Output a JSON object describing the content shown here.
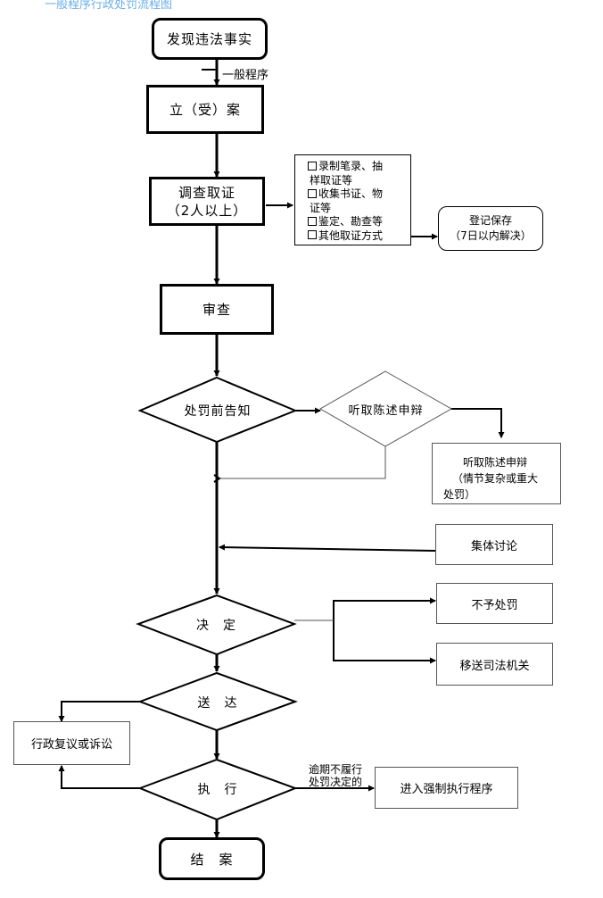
{
  "header_text": "一般程序行政处罚流程图",
  "nodes": {
    "discover": "发现违法事实",
    "general_procedure": "一般程序",
    "register_case": "立（受）案",
    "investigate_line1": "调查取证",
    "investigate_line2": "（2人以上）",
    "evidence_methods": [
      "录制笔录、抽",
      "样取证等",
      "收集书证、物",
      "证等",
      "鉴定、勘查等",
      "其他取证方式"
    ],
    "register_save_line1": "登记保存",
    "register_save_line2": "（7日以内解决）",
    "review": "审查",
    "pre_notice": "处罚前告知",
    "hearing_decision": "听取陈述申辩",
    "hearing_line1": "听取陈述申辩",
    "hearing_line2": "（情节复杂或重大",
    "hearing_line3": "处罚）",
    "collective_discussion": "集体讨论",
    "decision": "决　定",
    "no_penalty": "不予处罚",
    "transfer_judicial": "移送司法机关",
    "deliver": "送　达",
    "reconsideration": "行政复议或诉讼",
    "execute": "执　行",
    "overdue_line1": "逾期不履行",
    "overdue_line2": "处罚决定的",
    "enforcement": "进入强制执行程序",
    "close_case": "结　案"
  }
}
